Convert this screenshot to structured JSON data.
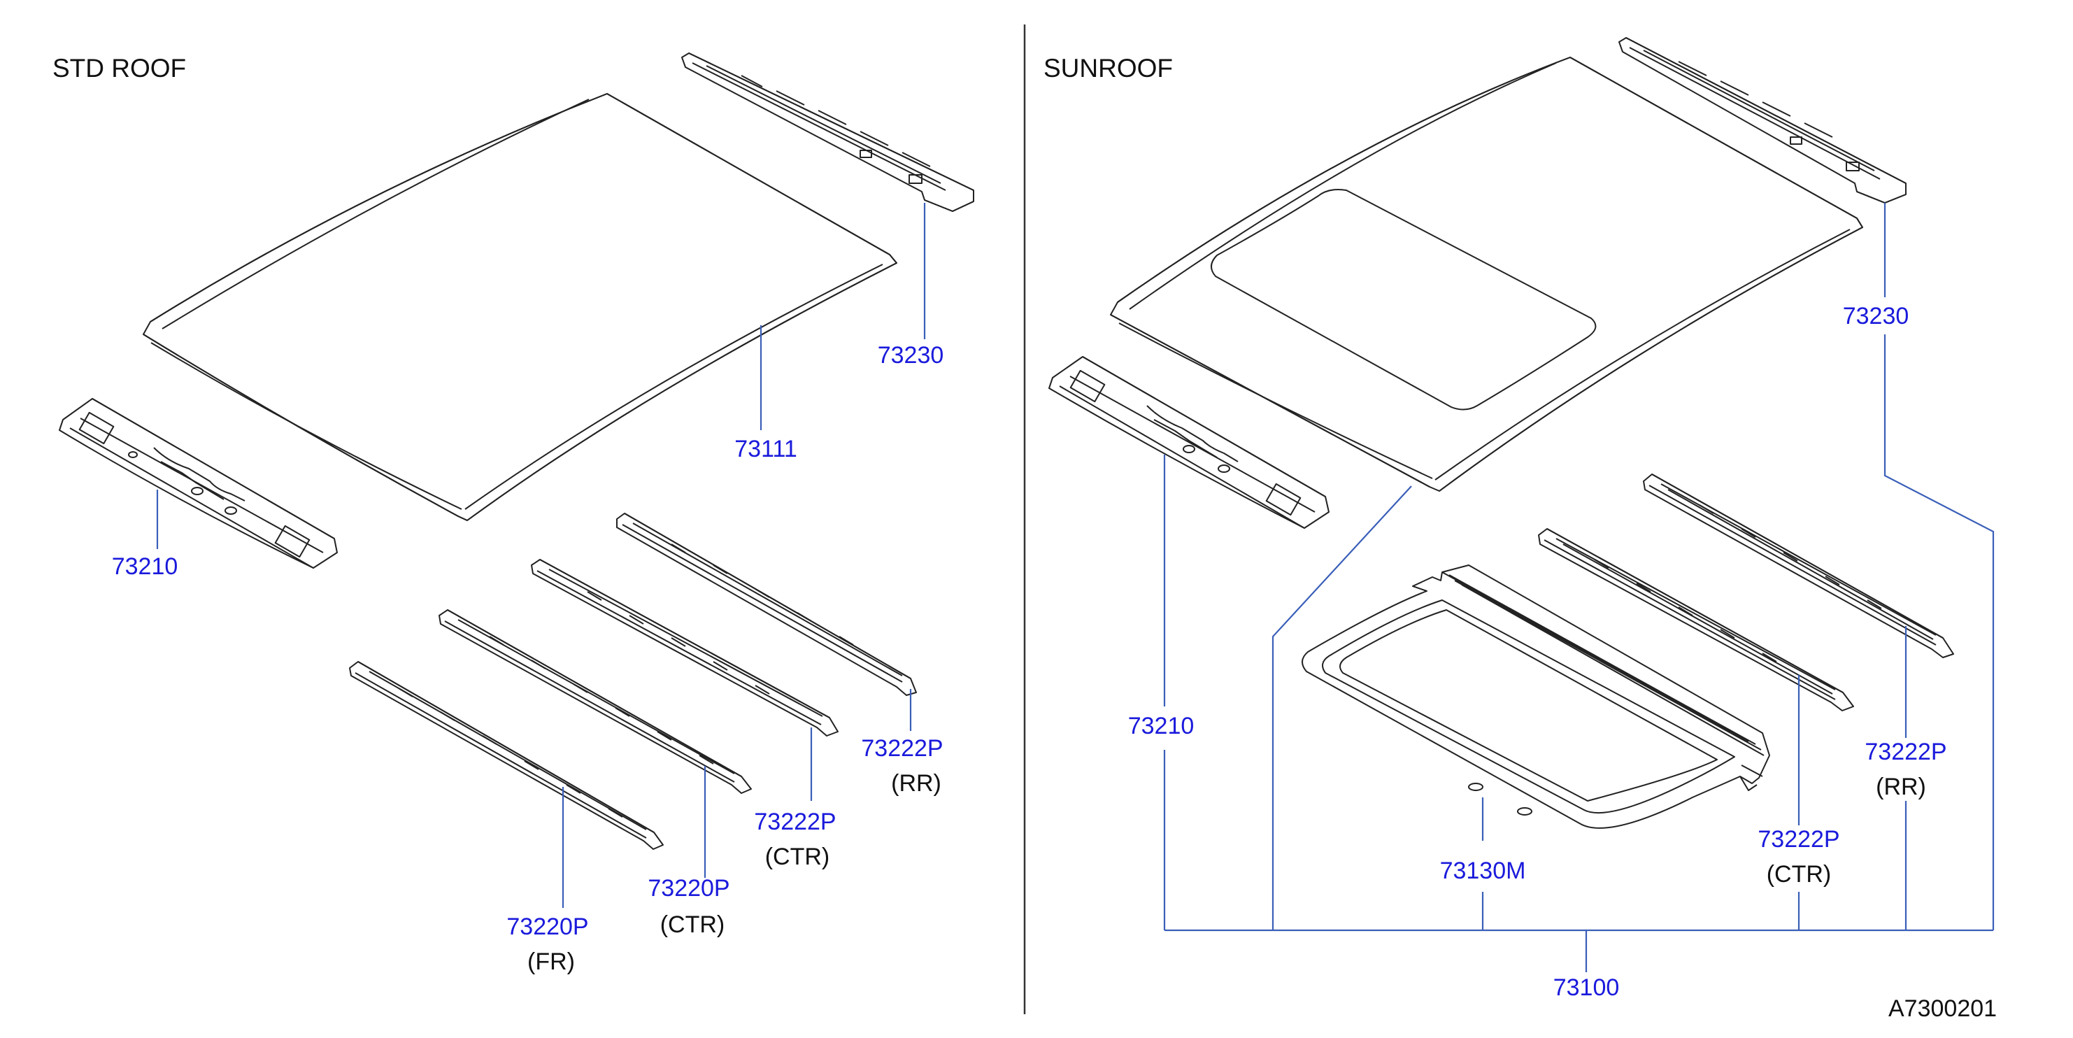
{
  "sections": {
    "std_title": "STD  ROOF",
    "sunroof_title": "SUNROOF"
  },
  "diagram_code": "A7300201",
  "std_roof": {
    "labels": [
      {
        "id": "std-73230",
        "part": "73230"
      },
      {
        "id": "std-73111",
        "part": "73111"
      },
      {
        "id": "std-73210",
        "part": "73210"
      },
      {
        "id": "std-73222p-rr",
        "part": "73222P",
        "position": "(RR)"
      },
      {
        "id": "std-73222p-ctr",
        "part": "73222P",
        "position": "(CTR)"
      },
      {
        "id": "std-73220p-ctr",
        "part": "73220P",
        "position": "(CTR)"
      },
      {
        "id": "std-73220p-fr",
        "part": "73220P",
        "position": "(FR)"
      }
    ]
  },
  "sunroof": {
    "labels": [
      {
        "id": "sun-73230",
        "part": "73230"
      },
      {
        "id": "sun-73210",
        "part": "73210"
      },
      {
        "id": "sun-73222p-rr",
        "part": "73222P",
        "position": "(RR)"
      },
      {
        "id": "sun-73222p-ctr",
        "part": "73222P",
        "position": "(CTR)"
      },
      {
        "id": "sun-73130m",
        "part": "73130M"
      },
      {
        "id": "sun-73100",
        "part": "73100"
      }
    ]
  },
  "colors": {
    "part_number": "#1a1adc",
    "leader_line": "#3a5fb8",
    "line_art": "#222222",
    "text": "#111111"
  }
}
